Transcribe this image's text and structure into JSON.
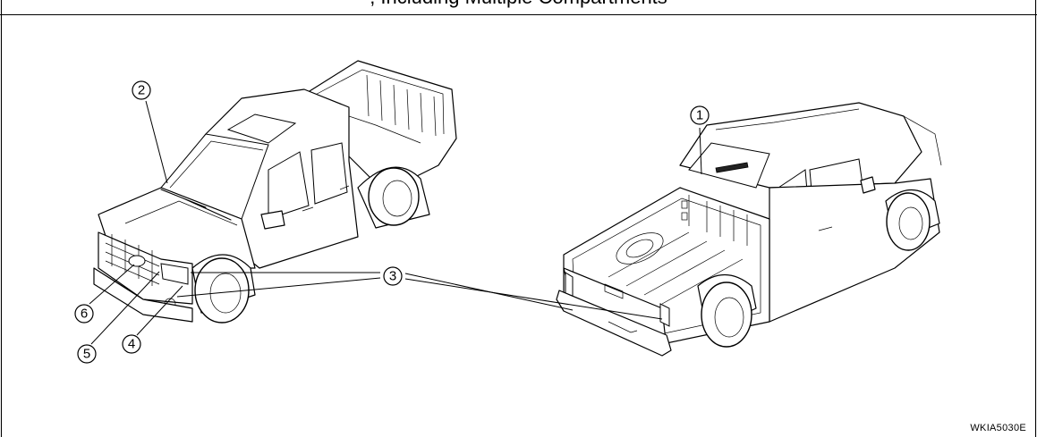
{
  "header_text": ", Including Multiple Compartments",
  "figure_id": "WKIA5030E",
  "callouts": {
    "c1": "1",
    "c2": "2",
    "c3": "3",
    "c4": "4",
    "c5": "5",
    "c6": "6"
  }
}
